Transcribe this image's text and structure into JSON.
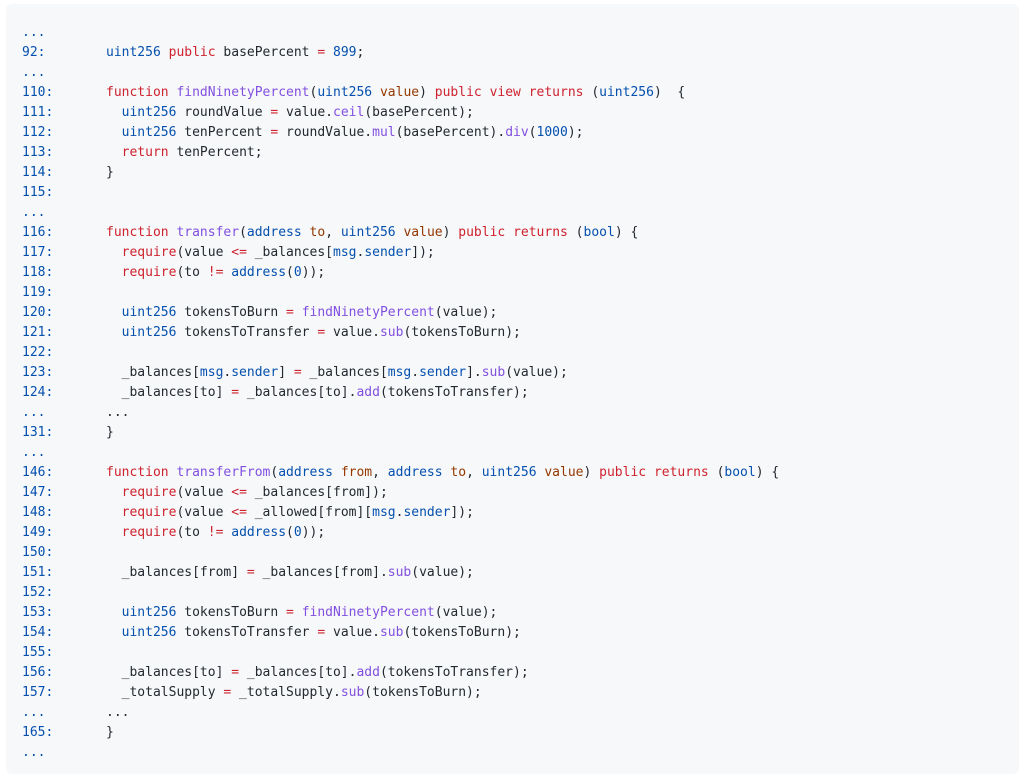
{
  "code_block": {
    "lines": [
      {
        "number": "...",
        "tokens": []
      },
      {
        "number": "92:",
        "tokens": [
          {
            "t": "type",
            "v": "uint256"
          },
          {
            "t": "plain",
            "v": " "
          },
          {
            "t": "kw",
            "v": "public"
          },
          {
            "t": "plain",
            "v": " basePercent "
          },
          {
            "t": "op",
            "v": "="
          },
          {
            "t": "plain",
            "v": " "
          },
          {
            "t": "num",
            "v": "899"
          },
          {
            "t": "plain",
            "v": ";"
          }
        ]
      },
      {
        "number": "...",
        "tokens": []
      },
      {
        "number": "110:",
        "tokens": [
          {
            "t": "kw",
            "v": "function"
          },
          {
            "t": "plain",
            "v": " "
          },
          {
            "t": "fn",
            "v": "findNinetyPercent"
          },
          {
            "t": "plain",
            "v": "("
          },
          {
            "t": "type",
            "v": "uint256"
          },
          {
            "t": "plain",
            "v": " "
          },
          {
            "t": "var",
            "v": "value"
          },
          {
            "t": "plain",
            "v": ") "
          },
          {
            "t": "kw",
            "v": "public"
          },
          {
            "t": "plain",
            "v": " "
          },
          {
            "t": "kw",
            "v": "view"
          },
          {
            "t": "plain",
            "v": " "
          },
          {
            "t": "kw",
            "v": "returns"
          },
          {
            "t": "plain",
            "v": " ("
          },
          {
            "t": "type",
            "v": "uint256"
          },
          {
            "t": "plain",
            "v": ")  {"
          }
        ]
      },
      {
        "number": "111:",
        "tokens": [
          {
            "t": "plain",
            "v": "  "
          },
          {
            "t": "type",
            "v": "uint256"
          },
          {
            "t": "plain",
            "v": " roundValue "
          },
          {
            "t": "op",
            "v": "="
          },
          {
            "t": "plain",
            "v": " value."
          },
          {
            "t": "fn",
            "v": "ceil"
          },
          {
            "t": "plain",
            "v": "(basePercent);"
          }
        ]
      },
      {
        "number": "112:",
        "tokens": [
          {
            "t": "plain",
            "v": "  "
          },
          {
            "t": "type",
            "v": "uint256"
          },
          {
            "t": "plain",
            "v": " tenPercent "
          },
          {
            "t": "op",
            "v": "="
          },
          {
            "t": "plain",
            "v": " roundValue."
          },
          {
            "t": "fn",
            "v": "mul"
          },
          {
            "t": "plain",
            "v": "(basePercent)."
          },
          {
            "t": "fn",
            "v": "div"
          },
          {
            "t": "plain",
            "v": "("
          },
          {
            "t": "num",
            "v": "1000"
          },
          {
            "t": "plain",
            "v": ");"
          }
        ]
      },
      {
        "number": "113:",
        "tokens": [
          {
            "t": "plain",
            "v": "  "
          },
          {
            "t": "kw",
            "v": "return"
          },
          {
            "t": "plain",
            "v": " tenPercent;"
          }
        ]
      },
      {
        "number": "114:",
        "tokens": [
          {
            "t": "plain",
            "v": "}"
          }
        ]
      },
      {
        "number": "115:",
        "tokens": []
      },
      {
        "number": "...",
        "tokens": []
      },
      {
        "number": "116:",
        "tokens": [
          {
            "t": "kw",
            "v": "function"
          },
          {
            "t": "plain",
            "v": " "
          },
          {
            "t": "fn",
            "v": "transfer"
          },
          {
            "t": "plain",
            "v": "("
          },
          {
            "t": "type",
            "v": "address"
          },
          {
            "t": "plain",
            "v": " "
          },
          {
            "t": "var",
            "v": "to"
          },
          {
            "t": "plain",
            "v": ", "
          },
          {
            "t": "type",
            "v": "uint256"
          },
          {
            "t": "plain",
            "v": " "
          },
          {
            "t": "var",
            "v": "value"
          },
          {
            "t": "plain",
            "v": ") "
          },
          {
            "t": "kw",
            "v": "public"
          },
          {
            "t": "plain",
            "v": " "
          },
          {
            "t": "kw",
            "v": "returns"
          },
          {
            "t": "plain",
            "v": " ("
          },
          {
            "t": "type",
            "v": "bool"
          },
          {
            "t": "plain",
            "v": ") {"
          }
        ]
      },
      {
        "number": "117:",
        "tokens": [
          {
            "t": "plain",
            "v": "  "
          },
          {
            "t": "kw",
            "v": "require"
          },
          {
            "t": "plain",
            "v": "(value "
          },
          {
            "t": "op",
            "v": "<="
          },
          {
            "t": "plain",
            "v": " _balances["
          },
          {
            "t": "type",
            "v": "msg"
          },
          {
            "t": "plain",
            "v": "."
          },
          {
            "t": "type",
            "v": "sender"
          },
          {
            "t": "plain",
            "v": "]);"
          }
        ]
      },
      {
        "number": "118:",
        "tokens": [
          {
            "t": "plain",
            "v": "  "
          },
          {
            "t": "kw",
            "v": "require"
          },
          {
            "t": "plain",
            "v": "(to "
          },
          {
            "t": "op",
            "v": "!="
          },
          {
            "t": "plain",
            "v": " "
          },
          {
            "t": "type",
            "v": "address"
          },
          {
            "t": "plain",
            "v": "("
          },
          {
            "t": "num",
            "v": "0"
          },
          {
            "t": "plain",
            "v": "));"
          }
        ]
      },
      {
        "number": "119:",
        "tokens": []
      },
      {
        "number": "120:",
        "tokens": [
          {
            "t": "plain",
            "v": "  "
          },
          {
            "t": "type",
            "v": "uint256"
          },
          {
            "t": "plain",
            "v": " tokensToBurn "
          },
          {
            "t": "op",
            "v": "="
          },
          {
            "t": "plain",
            "v": " "
          },
          {
            "t": "fn",
            "v": "findNinetyPercent"
          },
          {
            "t": "plain",
            "v": "(value);"
          }
        ]
      },
      {
        "number": "121:",
        "tokens": [
          {
            "t": "plain",
            "v": "  "
          },
          {
            "t": "type",
            "v": "uint256"
          },
          {
            "t": "plain",
            "v": " tokensToTransfer "
          },
          {
            "t": "op",
            "v": "="
          },
          {
            "t": "plain",
            "v": " value."
          },
          {
            "t": "fn",
            "v": "sub"
          },
          {
            "t": "plain",
            "v": "(tokensToBurn);"
          }
        ]
      },
      {
        "number": "122:",
        "tokens": []
      },
      {
        "number": "123:",
        "tokens": [
          {
            "t": "plain",
            "v": "  _balances["
          },
          {
            "t": "type",
            "v": "msg"
          },
          {
            "t": "plain",
            "v": "."
          },
          {
            "t": "type",
            "v": "sender"
          },
          {
            "t": "plain",
            "v": "] "
          },
          {
            "t": "op",
            "v": "="
          },
          {
            "t": "plain",
            "v": " _balances["
          },
          {
            "t": "type",
            "v": "msg"
          },
          {
            "t": "plain",
            "v": "."
          },
          {
            "t": "type",
            "v": "sender"
          },
          {
            "t": "plain",
            "v": "]."
          },
          {
            "t": "fn",
            "v": "sub"
          },
          {
            "t": "plain",
            "v": "(value);"
          }
        ]
      },
      {
        "number": "124:",
        "tokens": [
          {
            "t": "plain",
            "v": "  _balances[to] "
          },
          {
            "t": "op",
            "v": "="
          },
          {
            "t": "plain",
            "v": " _balances[to]."
          },
          {
            "t": "fn",
            "v": "add"
          },
          {
            "t": "plain",
            "v": "(tokensToTransfer);"
          }
        ]
      },
      {
        "number": "...",
        "tokens": [
          {
            "t": "plain",
            "v": "..."
          }
        ]
      },
      {
        "number": "131:",
        "tokens": [
          {
            "t": "plain",
            "v": "}"
          }
        ]
      },
      {
        "number": "...",
        "tokens": []
      },
      {
        "number": "146:",
        "tokens": [
          {
            "t": "kw",
            "v": "function"
          },
          {
            "t": "plain",
            "v": " "
          },
          {
            "t": "fn",
            "v": "transferFrom"
          },
          {
            "t": "plain",
            "v": "("
          },
          {
            "t": "type",
            "v": "address"
          },
          {
            "t": "plain",
            "v": " "
          },
          {
            "t": "var",
            "v": "from"
          },
          {
            "t": "plain",
            "v": ", "
          },
          {
            "t": "type",
            "v": "address"
          },
          {
            "t": "plain",
            "v": " "
          },
          {
            "t": "var",
            "v": "to"
          },
          {
            "t": "plain",
            "v": ", "
          },
          {
            "t": "type",
            "v": "uint256"
          },
          {
            "t": "plain",
            "v": " "
          },
          {
            "t": "var",
            "v": "value"
          },
          {
            "t": "plain",
            "v": ") "
          },
          {
            "t": "kw",
            "v": "public"
          },
          {
            "t": "plain",
            "v": " "
          },
          {
            "t": "kw",
            "v": "returns"
          },
          {
            "t": "plain",
            "v": " ("
          },
          {
            "t": "type",
            "v": "bool"
          },
          {
            "t": "plain",
            "v": ") {"
          }
        ]
      },
      {
        "number": "147:",
        "tokens": [
          {
            "t": "plain",
            "v": "  "
          },
          {
            "t": "kw",
            "v": "require"
          },
          {
            "t": "plain",
            "v": "(value "
          },
          {
            "t": "op",
            "v": "<="
          },
          {
            "t": "plain",
            "v": " _balances[from]);"
          }
        ]
      },
      {
        "number": "148:",
        "tokens": [
          {
            "t": "plain",
            "v": "  "
          },
          {
            "t": "kw",
            "v": "require"
          },
          {
            "t": "plain",
            "v": "(value "
          },
          {
            "t": "op",
            "v": "<="
          },
          {
            "t": "plain",
            "v": " _allowed[from]["
          },
          {
            "t": "type",
            "v": "msg"
          },
          {
            "t": "plain",
            "v": "."
          },
          {
            "t": "type",
            "v": "sender"
          },
          {
            "t": "plain",
            "v": "]);"
          }
        ]
      },
      {
        "number": "149:",
        "tokens": [
          {
            "t": "plain",
            "v": "  "
          },
          {
            "t": "kw",
            "v": "require"
          },
          {
            "t": "plain",
            "v": "(to "
          },
          {
            "t": "op",
            "v": "!="
          },
          {
            "t": "plain",
            "v": " "
          },
          {
            "t": "type",
            "v": "address"
          },
          {
            "t": "plain",
            "v": "("
          },
          {
            "t": "num",
            "v": "0"
          },
          {
            "t": "plain",
            "v": "));"
          }
        ]
      },
      {
        "number": "150:",
        "tokens": []
      },
      {
        "number": "151:",
        "tokens": [
          {
            "t": "plain",
            "v": "  _balances[from] "
          },
          {
            "t": "op",
            "v": "="
          },
          {
            "t": "plain",
            "v": " _balances[from]."
          },
          {
            "t": "fn",
            "v": "sub"
          },
          {
            "t": "plain",
            "v": "(value);"
          }
        ]
      },
      {
        "number": "152:",
        "tokens": []
      },
      {
        "number": "153:",
        "tokens": [
          {
            "t": "plain",
            "v": "  "
          },
          {
            "t": "type",
            "v": "uint256"
          },
          {
            "t": "plain",
            "v": " tokensToBurn "
          },
          {
            "t": "op",
            "v": "="
          },
          {
            "t": "plain",
            "v": " "
          },
          {
            "t": "fn",
            "v": "findNinetyPercent"
          },
          {
            "t": "plain",
            "v": "(value);"
          }
        ]
      },
      {
        "number": "154:",
        "tokens": [
          {
            "t": "plain",
            "v": "  "
          },
          {
            "t": "type",
            "v": "uint256"
          },
          {
            "t": "plain",
            "v": " tokensToTransfer "
          },
          {
            "t": "op",
            "v": "="
          },
          {
            "t": "plain",
            "v": " value."
          },
          {
            "t": "fn",
            "v": "sub"
          },
          {
            "t": "plain",
            "v": "(tokensToBurn);"
          }
        ]
      },
      {
        "number": "155:",
        "tokens": []
      },
      {
        "number": "156:",
        "tokens": [
          {
            "t": "plain",
            "v": "  _balances[to] "
          },
          {
            "t": "op",
            "v": "="
          },
          {
            "t": "plain",
            "v": " _balances[to]."
          },
          {
            "t": "fn",
            "v": "add"
          },
          {
            "t": "plain",
            "v": "(tokensToTransfer);"
          }
        ]
      },
      {
        "number": "157:",
        "tokens": [
          {
            "t": "plain",
            "v": "  _totalSupply "
          },
          {
            "t": "op",
            "v": "="
          },
          {
            "t": "plain",
            "v": " _totalSupply."
          },
          {
            "t": "fn",
            "v": "sub"
          },
          {
            "t": "plain",
            "v": "(tokensToBurn);"
          }
        ]
      },
      {
        "number": "...",
        "tokens": [
          {
            "t": "plain",
            "v": "..."
          }
        ]
      },
      {
        "number": "165:",
        "tokens": [
          {
            "t": "plain",
            "v": "}"
          }
        ]
      },
      {
        "number": "...",
        "tokens": []
      }
    ]
  }
}
